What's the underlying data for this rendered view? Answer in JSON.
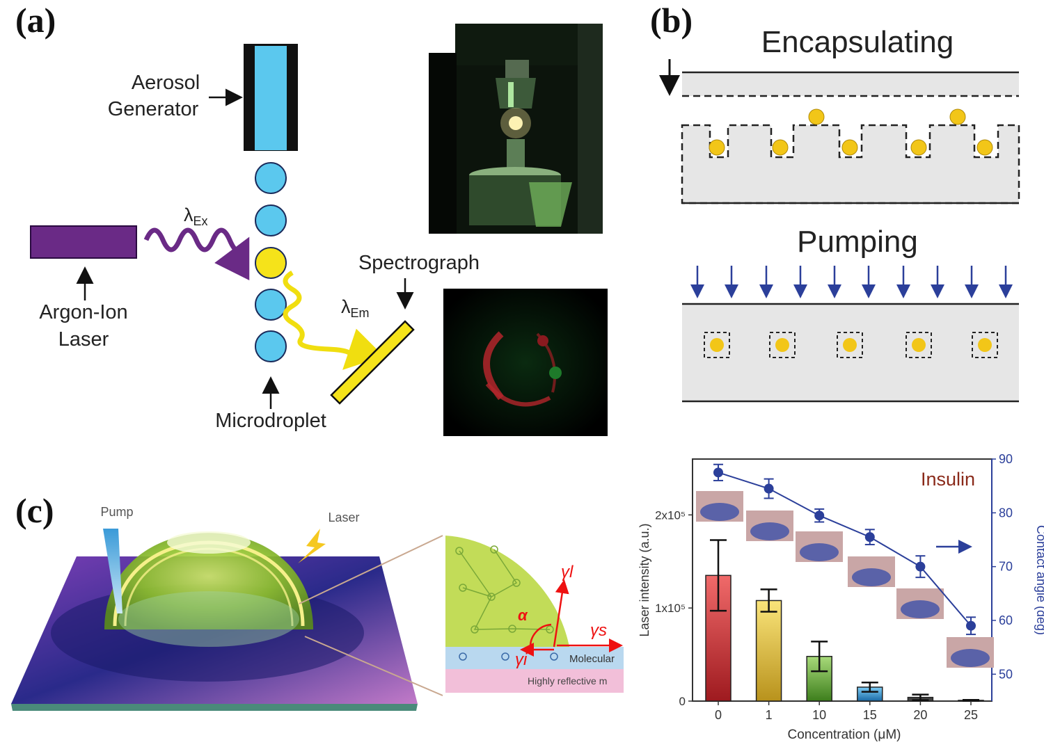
{
  "panels": {
    "a": {
      "letter": "(a)",
      "aerosol_label_1": "Aerosol",
      "aerosol_label_2": "Generator",
      "laser_label_1": "Argon-Ion",
      "laser_label_2": "Laser",
      "ex_symbol": "λ",
      "ex_sub": "Ex",
      "em_symbol": "λ",
      "em_sub": "Em",
      "spectrograph_label": "Spectrograph",
      "microdroplet_label": "Microdroplet"
    },
    "b": {
      "letter": "(b)",
      "step1": "Encapsulating",
      "step2": "Pumping"
    },
    "c": {
      "letter": "(c)",
      "pump_label": "Pump",
      "laser_label": "Laser",
      "alpha": "α",
      "gamma_l": "γl",
      "gamma_s": "γs",
      "gamma_i": "γi",
      "molecular_label": "Molecular",
      "reflective_label": "Highly reflective m"
    }
  },
  "colors": {
    "cyan": "#5bc8ee",
    "yellow": "#f5e31a",
    "purple": "#6a2a86",
    "blue": "#2b3f9a",
    "gray_fill": "#e6e6e6"
  },
  "chart_data": {
    "type": "bar",
    "title": "Insulin",
    "xlabel": "Concentration (μM)",
    "ylabel": "Laser intensity (a.u.)",
    "y2label": "Contact angle (deg)",
    "categories": [
      "0",
      "1",
      "10",
      "15",
      "20",
      "25"
    ],
    "series": [
      {
        "axis": "left",
        "kind": "bar",
        "values": [
          135000,
          108000,
          48000,
          15000,
          4000,
          800
        ],
        "errors": [
          38000,
          12000,
          16000,
          5000,
          3000,
          500
        ],
        "colors": [
          "#c9262d",
          "#e7c538",
          "#6fb43c",
          "#2d9ad6",
          "#444444",
          "#444444"
        ]
      },
      {
        "axis": "right",
        "kind": "line",
        "values": [
          87.5,
          84.5,
          79.5,
          75.5,
          70,
          59
        ],
        "errors": [
          1.5,
          1.8,
          1.2,
          1.4,
          2.0,
          1.6
        ]
      }
    ],
    "ylim": [
      0,
      260000
    ],
    "y2lim": [
      45,
      90
    ],
    "yticks": [
      {
        "value": 0,
        "label": "0"
      },
      {
        "value": 100000,
        "label": "1x10⁵"
      },
      {
        "value": 200000,
        "label": "2x10⁵"
      }
    ],
    "y2ticks": [
      "50",
      "60",
      "70",
      "80",
      "90"
    ],
    "arrow_note": "→"
  }
}
